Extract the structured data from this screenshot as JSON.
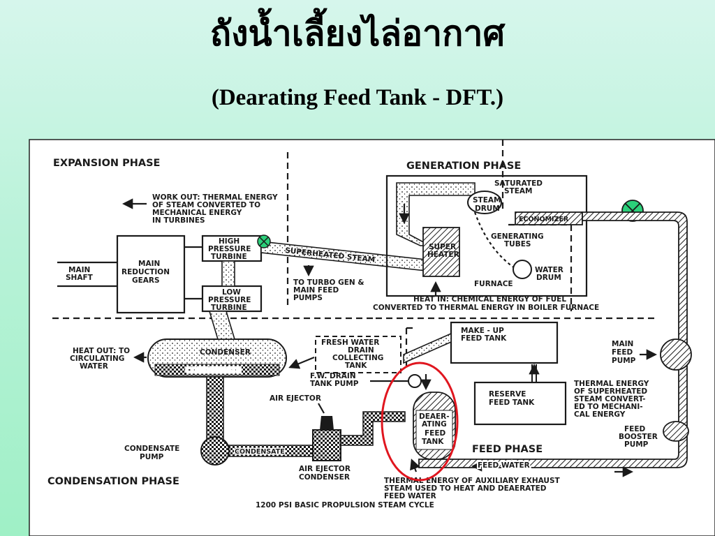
{
  "slide": {
    "title": "ถังน้ำเลี้ยงไล่อากาศ",
    "subtitle": "(Dearating Feed Tank - DFT.)"
  },
  "diagram": {
    "phases": {
      "expansion": "EXPANSION PHASE",
      "generation": "GENERATION PHASE",
      "condensation": "CONDENSATION PHASE",
      "feed": "FEED PHASE"
    },
    "labels": {
      "work_out": [
        "WORK OUT: THERMAL ENERGY",
        "OF STEAM CONVERTED TO",
        "MECHANICAL ENERGY",
        "IN TURBINES"
      ],
      "main_shaft": [
        "MAIN",
        "SHAFT"
      ],
      "main_reduction_gears": [
        "MAIN",
        "REDUCTION",
        "GEARS"
      ],
      "hp_turbine": [
        "HIGH",
        "PRESSURE",
        "TURBINE"
      ],
      "lp_turbine": [
        "LOW",
        "PRESSURE",
        "TURBINE"
      ],
      "superheated_steam": "SUPERHEATED STEAM",
      "turbo_gen": [
        "TO TURBO GEN &",
        "MAIN FEED",
        "PUMPS"
      ],
      "saturated_steam": [
        "SATURATED",
        "STEAM"
      ],
      "steam_drum": [
        "STEAM",
        "DRUM"
      ],
      "economizer": "ECONOMIZER",
      "superheater": [
        "SUPER",
        "HEATER"
      ],
      "generating_tubes": [
        "GENERATING",
        "TUBES"
      ],
      "water_drum": [
        "WATER",
        "DRUM"
      ],
      "furnace": "FURNACE",
      "heat_in": [
        "HEAT IN:    CHEMICAL ENERGY OF FUEL",
        "CONVERTED TO THERMAL ENERGY IN BOILER FURNACE"
      ],
      "heat_out": [
        "HEAT OUT: TO",
        "CIRCULATING",
        "WATER"
      ],
      "condenser": "CONDENSER",
      "condensate": "CONDENSATE",
      "fresh_water": [
        "FRESH WATER",
        "DRAIN",
        "COLLECTING",
        "TANK"
      ],
      "fw_drain_pump": [
        "F.W. DRAIN",
        "TANK PUMP"
      ],
      "make_up": [
        "MAKE - UP",
        "FEED TANK"
      ],
      "reserve": [
        "RESERVE",
        "FEED TANK"
      ],
      "main_feed_pump": [
        "MAIN",
        "FEED",
        "PUMP"
      ],
      "thermal_superheated": [
        "THERMAL ENERGY",
        "OF SUPERHEATED",
        "STEAM CONVERT-",
        "ED TO MECHANI-",
        "CAL ENERGY"
      ],
      "feed_booster": [
        "FEED",
        "BOOSTER",
        "PUMP"
      ],
      "air_ejector": "AIR EJECTOR",
      "deaerating_feed_tank": [
        "DEAER-",
        "ATING",
        "FEED",
        "TANK"
      ],
      "condensate_pump": [
        "CONDENSATE",
        "PUMP"
      ],
      "air_ejector_condenser": [
        "AIR EJECTOR",
        "CONDENSER"
      ],
      "feed_water": "FEED WATER",
      "thermal_aux": [
        "THERMAL ENERGY OF AUXILIARY EXHAUST",
        "STEAM USED TO HEAT AND DEAERATED",
        "FEED WATER"
      ],
      "caption": "1200 PSI BASIC PROPULSION STEAM CYCLE"
    },
    "colors": {
      "highlight_circle": "#e0161f",
      "valve_marker": "#2bd07a",
      "line": "#1a1a1a",
      "background_top": "#d6f6ec",
      "background_bottom": "#9ff0c6"
    }
  }
}
